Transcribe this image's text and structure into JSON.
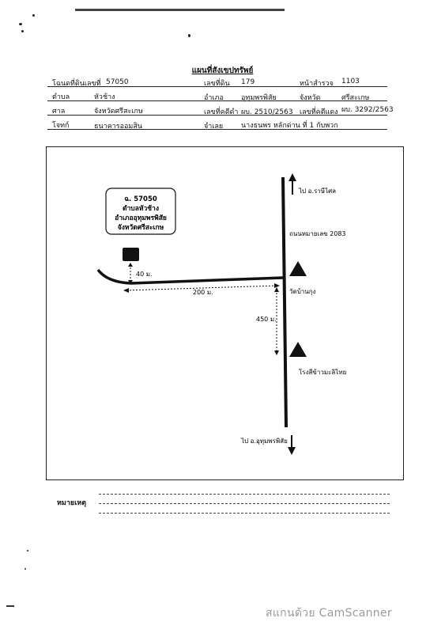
{
  "document": {
    "title": "แผนที่สังเขปทรัพย์",
    "header_rows": [
      [
        {
          "label": "โฉนดที่ดินเลขที่",
          "value": "57050"
        },
        {
          "label": "เลขที่ดิน",
          "value": "179"
        },
        {
          "label": "หน้าสำรวจ",
          "value": "1103"
        }
      ],
      [
        {
          "label": "ตำบล",
          "value": "หัวช้าง"
        },
        {
          "label": "อำเภอ",
          "value": "อุทุมพรพิสัย"
        },
        {
          "label": "จังหวัด",
          "value": "ศรีสะเกษ"
        }
      ],
      [
        {
          "label": "ศาล",
          "value": "จังหวัดศรีสะเกษ"
        },
        {
          "label": "เลขที่คดีดำ",
          "value": "ผบ. 2510/2563"
        },
        {
          "label": "เลขที่คดีแดง",
          "value": "ผบ. 3292/2563"
        }
      ],
      [
        {
          "label": "โจทก์",
          "value": "ธนาคารออมสิน"
        },
        {
          "label": "จำเลย",
          "value": "นางธนพร หลักด่าน ที่ 1 กับพวก"
        }
      ]
    ],
    "remarks_label": "หมายเหตุ"
  },
  "map": {
    "parcel_box": {
      "line1": "ฉ. 57050",
      "line2": "ตำบลหัวช้าง",
      "line3": "อำเภออุทุมพรพิสัย",
      "line4": "จังหวัดศรีสะเกษ"
    },
    "dist_to_parcel": "40 ม.",
    "dist_side_road": "200 ม.",
    "dist_between_landmarks": "450 ม.",
    "road_name": "ถนนหมายเลข 2083",
    "north_destination": "ไป อ.ราษีไศล",
    "south_destination": "ไป อ.อุทุมพรพิสัย",
    "landmark_temple": "วัดบ้านกุง",
    "landmark_mill": "โรงสีข้าวมะลิไทย"
  },
  "footer": {
    "watermark": "สแกนด้วย CamScanner"
  }
}
